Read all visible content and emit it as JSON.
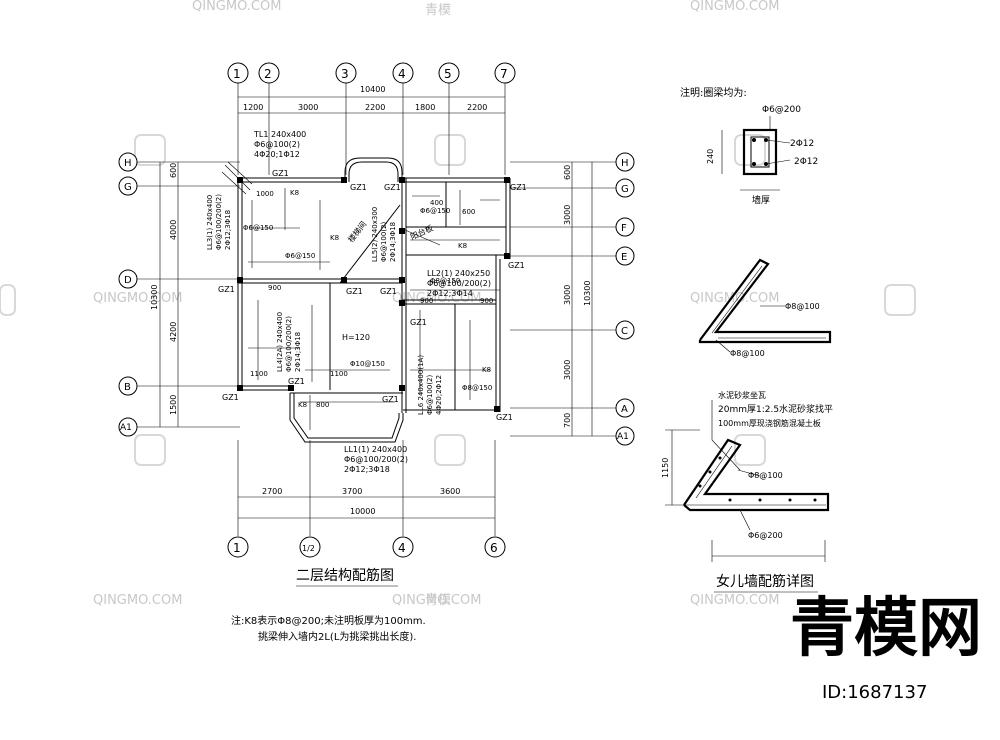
{
  "watermark": {
    "text": "QINGMO.COM",
    "brand": "青模",
    "big_text": "青模网",
    "id_label": "ID:1687137"
  },
  "plan": {
    "title": "二层结构配筋图",
    "note_line1": "注:K8表示Φ8@200;未注明板厚为100mm.",
    "note_line2": "挑梁伸入墙内2L(L为挑梁挑出长度).",
    "top_axes": [
      "1",
      "2",
      "3",
      "4",
      "5",
      "7"
    ],
    "top_total": "10400",
    "top_dims": [
      "1200",
      "3000",
      "2200",
      "1800",
      "2200"
    ],
    "bottom_axes": [
      "1",
      "1/2",
      "4",
      "6"
    ],
    "bottom_dims": [
      "2700",
      "3700",
      "3600"
    ],
    "bottom_total": "10000",
    "left_axes": [
      "H",
      "G",
      "D",
      "B",
      "A1"
    ],
    "left_dims": [
      "600",
      "4000",
      "4200",
      "1500"
    ],
    "left_total": "10300",
    "right_axes": [
      "H",
      "G",
      "F",
      "E",
      "C",
      "A",
      "A1"
    ],
    "right_dims": [
      "600",
      "3000",
      "3000",
      "3000",
      "700"
    ],
    "right_total": "10300",
    "gz_label": "GZ1",
    "slab_h": "H=120",
    "k8": "K8",
    "stair": "楼梯间",
    "balcony": "阳台板",
    "beams": {
      "tl1": [
        "TL1 240x400",
        "Φ6@100(2)",
        "4Φ20;1Φ12"
      ],
      "ll3": [
        "LL3(1) 240x400",
        "Φ6@100/200(2)",
        "2Φ12;3Φ18"
      ],
      "ll5": [
        "LL5(2) 240x300",
        "Φ6@100(2)",
        "2Φ14;3Φ18"
      ],
      "ll2": [
        "LL2(1) 240x250",
        "Φ6@100/200(2)",
        "2Φ12;3Φ14"
      ],
      "ll4": [
        "LL4(2A) 240x400",
        "Φ6@100/200(2)",
        "2Φ14;3Φ18"
      ],
      "ll6": [
        "LL6 240x400(1A)",
        "Φ6@100(2)",
        "4Φ20;2Φ12"
      ],
      "ll1": [
        "LL1(1) 240x400",
        "Φ6@100/200(2)",
        "2Φ12;3Φ18"
      ]
    },
    "rebar_tags": [
      "Φ6@150",
      "Φ8@150",
      "Φ10@150",
      "Φ8@150",
      "Φ6@150"
    ],
    "rebar_lengths": [
      "900",
      "800",
      "1100",
      "1000",
      "600",
      "400"
    ]
  },
  "ring_beam": {
    "note": "注明:圈梁均为:",
    "stirrup": "Φ6@200",
    "top_bars": "2Φ12",
    "bottom_bars": "2Φ12",
    "height": "240",
    "wall": "墙厚"
  },
  "detail1": {
    "label_a": "Φ8@100",
    "label_b": "Φ8@100"
  },
  "parapet": {
    "title": "女儿墙配筋详图",
    "layer1": "水泥砂浆坐瓦",
    "layer2": "20mm厚1:2.5水泥砂浆找平",
    "layer3": "100mm厚现浇钢筋混凝土板",
    "height": "1150",
    "bar_a": "Φ8@100",
    "bar_b": "Φ6@200"
  }
}
